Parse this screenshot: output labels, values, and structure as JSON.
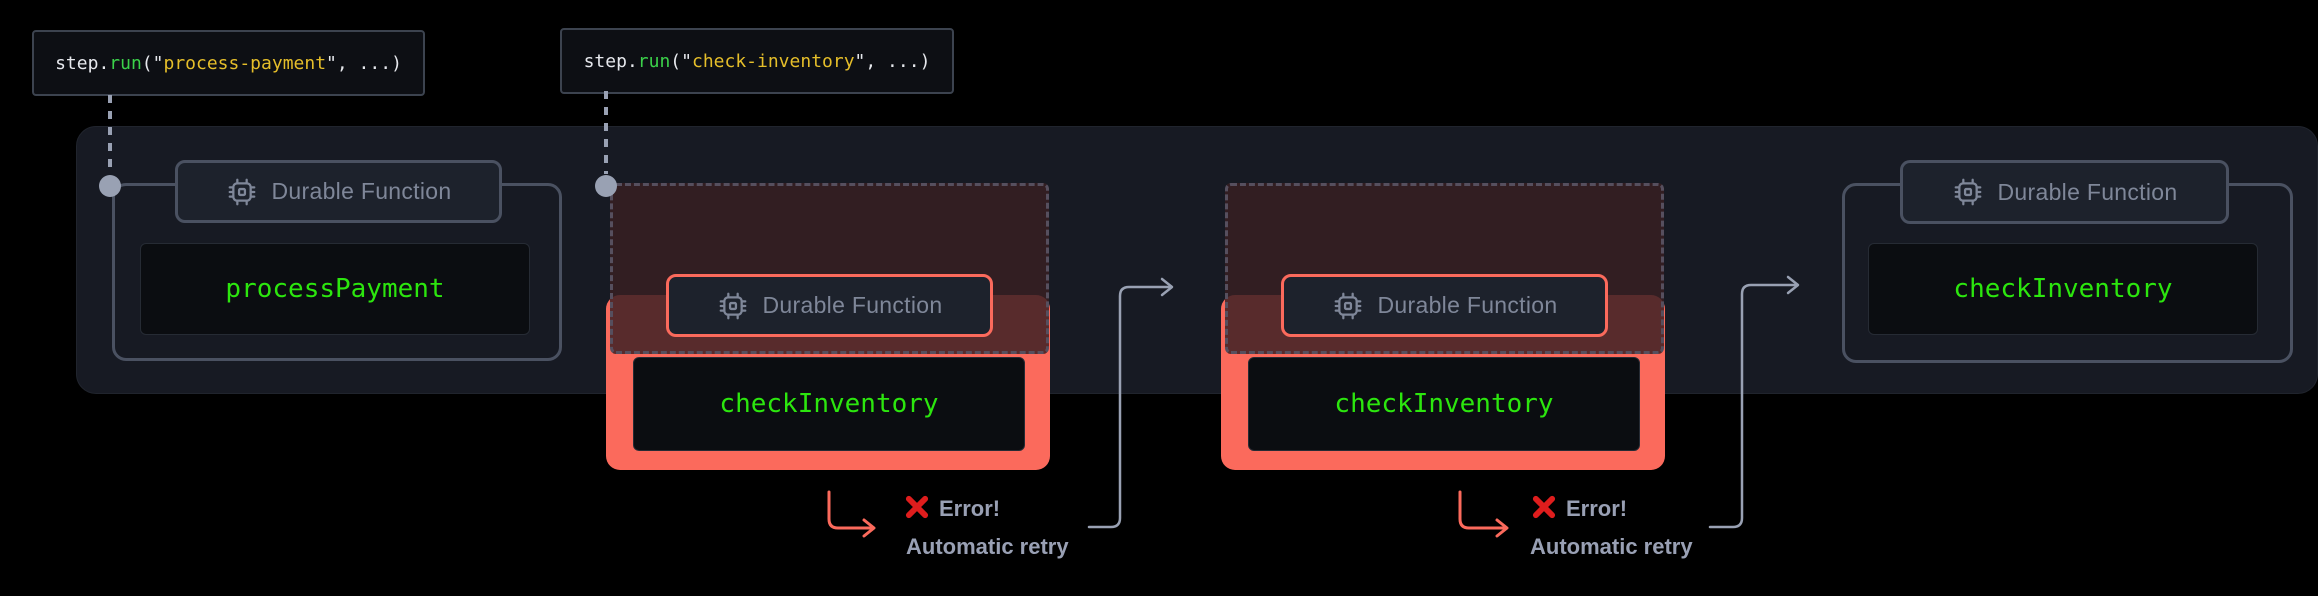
{
  "colors": {
    "background": "#000000",
    "band": "#171a23",
    "border_gray": "#4a5161",
    "badge_bg": "#1d222c",
    "badge_text": "#7f8799",
    "icon_gray": "#7f8799",
    "code_box": "#0b0d11",
    "code_box_border": "#262b34",
    "fn_green": "#2ce60e",
    "salmon": "#fb6a5c",
    "ghost_fill": "rgba(56,31,34,0.84)",
    "ghost_dash": "#564f5e",
    "connector_gray": "#99a1b3",
    "note_text": "#99a0b4",
    "cross_red": "#df1d1d",
    "snippet_bg": "#0d0f14",
    "snippet_border": "#3c434f",
    "code_text": "#e6e8ed",
    "code_green": "#3bd14a",
    "code_yellow": "#e5be2a"
  },
  "snippets": [
    {
      "kw": "step",
      "dot": ".",
      "fn": "run",
      "open": "(\"",
      "arg": "process-payment",
      "close": "\", ...)"
    },
    {
      "kw": "step",
      "dot": ".",
      "fn": "run",
      "open": "(\"",
      "arg": "check-inventory",
      "close": "\", ...)"
    }
  ],
  "blocks": [
    {
      "badge_label": "Durable Function",
      "function_name": "processPayment",
      "variant": "default"
    },
    {
      "badge_label": "Durable Function",
      "function_name": "checkInventory",
      "variant": "error"
    },
    {
      "badge_label": "Durable Function",
      "function_name": "checkInventory",
      "variant": "error"
    },
    {
      "badge_label": "Durable Function",
      "function_name": "checkInventory",
      "variant": "default"
    }
  ],
  "annotations": [
    {
      "error_label": "Error!",
      "retry_label": "Automatic retry"
    },
    {
      "error_label": "Error!",
      "retry_label": "Automatic retry"
    }
  ]
}
